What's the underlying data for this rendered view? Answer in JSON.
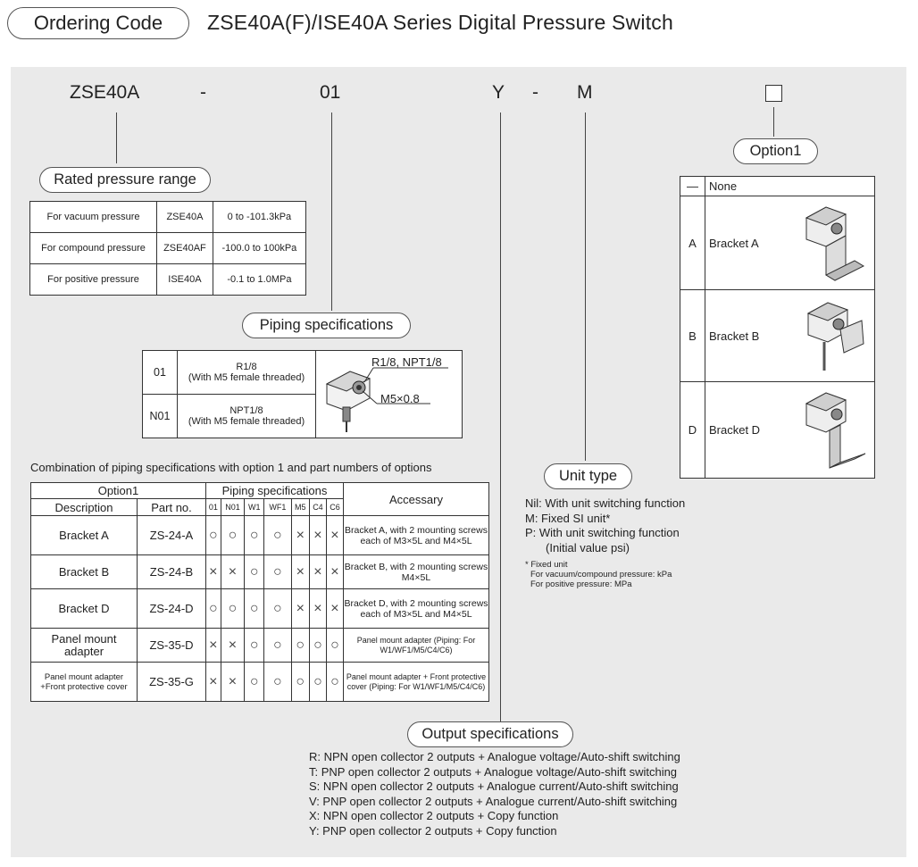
{
  "header": {
    "tag": "Ordering Code",
    "title": "ZSE40A(F)/ISE40A Series Digital Pressure Switch"
  },
  "code": {
    "base": "ZSE40A",
    "dash1": "-",
    "piping": "01",
    "output": "Y",
    "dash2": "-",
    "unit": "M",
    "option": "□"
  },
  "rated": {
    "heading": "Rated pressure range",
    "rows": [
      {
        "desc": "For vacuum pressure",
        "model": "ZSE40A",
        "range": "0 to -101.3kPa"
      },
      {
        "desc": "For compound pressure",
        "model": "ZSE40AF",
        "range": "-100.0 to 100kPa"
      },
      {
        "desc": "For positive pressure",
        "model": "ISE40A",
        "range": "-0.1 to 1.0MPa"
      }
    ]
  },
  "piping": {
    "heading": "Piping specifications",
    "rows": [
      {
        "code": "01",
        "l1": "R1/8",
        "l2": "(With M5 female threaded)"
      },
      {
        "code": "N01",
        "l1": "NPT1/8",
        "l2": "(With M5 female threaded)"
      }
    ],
    "callout1": "R1/8, NPT1/8",
    "callout2": "M5×0.8"
  },
  "option1": {
    "heading": "Option1",
    "rows": [
      {
        "code": "—",
        "label": "None"
      },
      {
        "code": "A",
        "label": "Bracket A"
      },
      {
        "code": "B",
        "label": "Bracket B"
      },
      {
        "code": "D",
        "label": "Bracket D"
      }
    ]
  },
  "combo": {
    "caption": "Combination of piping specifications with option 1 and part numbers of options",
    "h_option": "Option1",
    "h_piping": "Piping specifications",
    "h_accessory": "Accessary",
    "h_desc": "Description",
    "h_part": "Part no.",
    "pipe_cols": [
      "01",
      "N01",
      "W1",
      "WF1",
      "M5",
      "C4",
      "C6"
    ],
    "rows": [
      {
        "desc": "Bracket A",
        "part": "ZS-24-A",
        "marks": [
          "○",
          "○",
          "○",
          "○",
          "×",
          "×",
          "×"
        ],
        "acc": "Bracket A, with 2 mounting screws each of M3×5L and M4×5L"
      },
      {
        "desc": "Bracket B",
        "part": "ZS-24-B",
        "marks": [
          "×",
          "×",
          "○",
          "○",
          "×",
          "×",
          "×"
        ],
        "acc": "Bracket B, with 2 mounting screws M4×5L"
      },
      {
        "desc": "Bracket D",
        "part": "ZS-24-D",
        "marks": [
          "○",
          "○",
          "○",
          "○",
          "×",
          "×",
          "×"
        ],
        "acc": "Bracket D, with 2 mounting screws each of M3×5L and M4×5L"
      },
      {
        "desc": "Panel mount adapter",
        "part": "ZS-35-D",
        "marks": [
          "×",
          "×",
          "○",
          "○",
          "○",
          "○",
          "○"
        ],
        "acc": "Panel mount adapter (Piping: For W1/WF1/M5/C4/C6)"
      },
      {
        "desc": "Panel mount adapter +Front protective cover",
        "part": "ZS-35-G",
        "marks": [
          "×",
          "×",
          "○",
          "○",
          "○",
          "○",
          "○"
        ],
        "acc": "Panel mount adapter + Front protective cover (Piping: For W1/WF1/M5/C4/C6)"
      }
    ]
  },
  "unit": {
    "heading": "Unit type",
    "lines": [
      "Nil: With unit switching function",
      "M: Fixed SI unit*",
      "P: With unit switching function",
      "(Initial value psi)"
    ],
    "notes": [
      "* Fixed unit",
      "For vacuum/compound pressure: kPa",
      "For positive pressure: MPa"
    ]
  },
  "output": {
    "heading": "Output specifications",
    "lines": [
      "R: NPN open collector 2 outputs + Analogue voltage/Auto-shift switching",
      "T: PNP open collector 2 outputs + Analogue voltage/Auto-shift switching",
      "S: NPN open collector 2 outputs + Analogue current/Auto-shift switching",
      "V: PNP open collector 2 outputs + Analogue current/Auto-shift switching",
      "X: NPN open collector 2 outputs + Copy function",
      "Y: PNP open collector 2 outputs + Copy function"
    ]
  },
  "colors": {
    "panel": "#eaeaea",
    "line": "#444444"
  }
}
